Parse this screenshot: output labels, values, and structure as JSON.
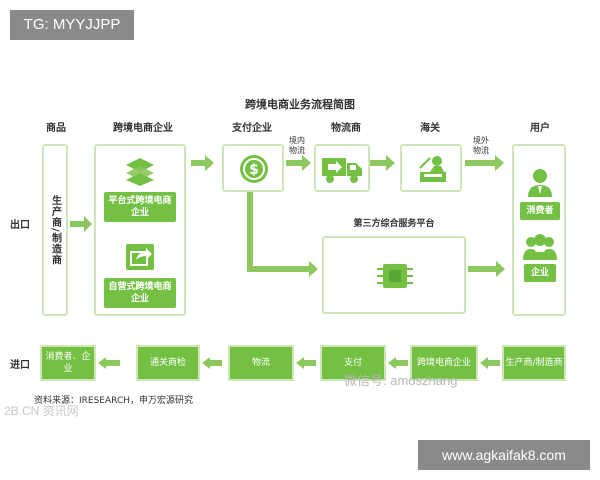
{
  "watermark_tag": "TG: MYYJJPP",
  "watermark_url": "www.agkaifak8.com",
  "diagram": {
    "title": "跨境电商业务流程简图",
    "columns": {
      "goods": "商品",
      "ecommerce": "跨境电商企业",
      "payment": "支付企业",
      "logistics": "物流商",
      "customs": "海关",
      "user": "用户"
    },
    "rows": {
      "export": "出口",
      "import": "进口"
    },
    "producer_box": "生产商/制造商",
    "platform_type": "平台式跨境电商企业",
    "self_operated_type": "自营式跨境电商企业",
    "third_party_platform": "第三方综合服务平台",
    "edge_domestic": "境内物流",
    "edge_overseas": "境外物流",
    "consumer": "消费者",
    "enterprise": "企业",
    "import_flow": [
      "消费者、企业",
      "通关商检",
      "物流",
      "支付",
      "跨境电商企业",
      "生产商/制造商"
    ],
    "source": "资料来源：IRESEARCH，申万宏源研究",
    "watermark_left": "2B.CN 资讯网",
    "watermark_right": "微信号: amoszhang",
    "colors": {
      "green": "#73c043",
      "light_green": "#cfe7b8",
      "arrow": "#8cc85e"
    }
  }
}
